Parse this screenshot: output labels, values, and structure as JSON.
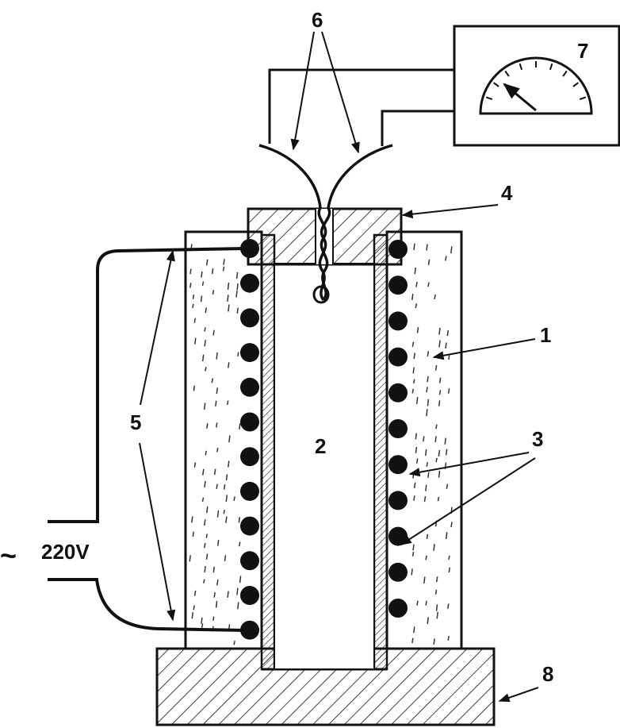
{
  "labels": {
    "insulation": "1",
    "chamber": "2",
    "heating_coil": "3",
    "lid": "4",
    "power_leads": "5",
    "thermocouple": "6",
    "meter": "7",
    "base": "8"
  },
  "supply": {
    "tilde": "~",
    "voltage": "220V"
  },
  "colors": {
    "ink": "#111111",
    "background": "#ffffff"
  }
}
